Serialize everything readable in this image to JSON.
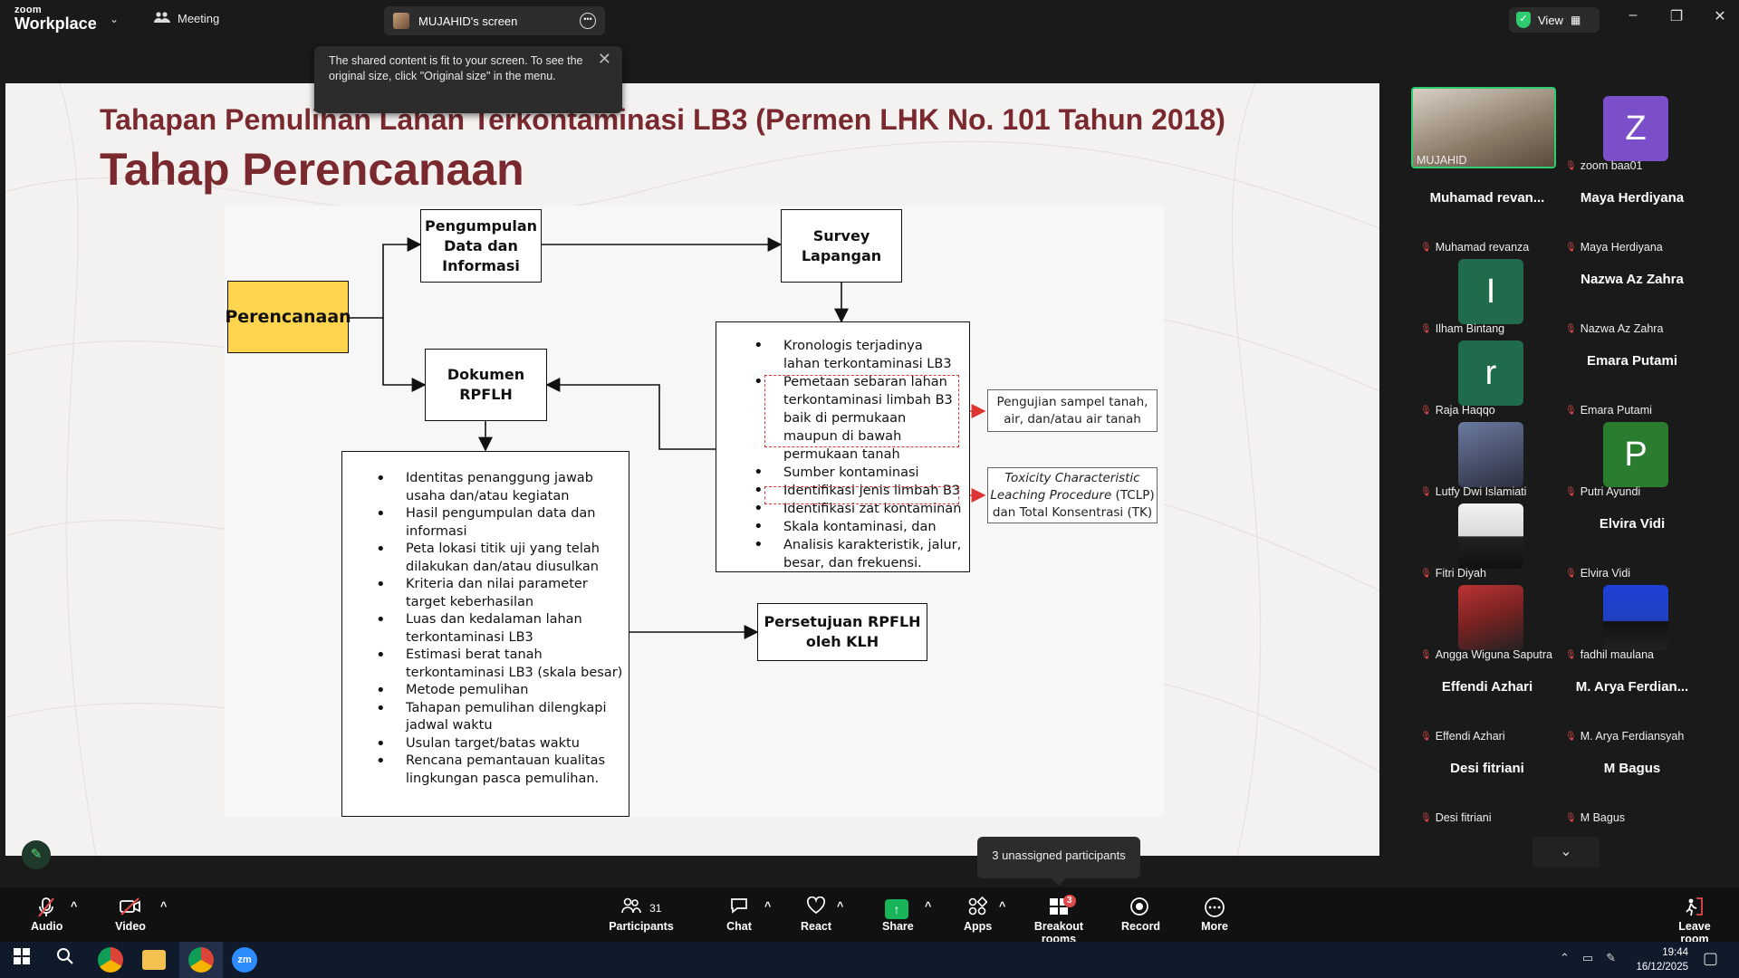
{
  "titlebar": {
    "brand_small": "zoom",
    "brand_large": "Workplace",
    "meeting_label": "Meeting",
    "share_tab_label": "MUJAHID's screen",
    "view_label": "View"
  },
  "toast": {
    "text": "The shared content is fit to your screen. To see the original size, click \"Original size\" in the menu."
  },
  "slide": {
    "subtitle": "Tahapan Pemulihan Lahan Terkontaminasi LB3 (Permen LHK No. 101 Tahun 2018)",
    "title": "Tahap Perencanaan",
    "perencanaan": "Perencanaan",
    "pengumpulan": [
      "Pengumpulan",
      "Data dan",
      "Informasi"
    ],
    "survey": [
      "Survey",
      "Lapangan"
    ],
    "dokumen": [
      "Dokumen",
      "RPFLH"
    ],
    "persetujuan": [
      "Persetujuan RPFLH",
      "oleh KLH"
    ],
    "survey_list": [
      "Kronologis terjadinya lahan terkontaminasi LB3",
      "Pemetaan sebaran lahan terkontaminasi limbah B3 baik di permukaan maupun di bawah permukaan tanah",
      "Sumber kontaminasi",
      "Identifikasi jenis limbah B3",
      "Identifikasi zat kontaminan",
      "Skala kontaminasi, dan",
      "Analisis karakteristik, jalur, besar, dan frekuensi."
    ],
    "dokumen_list": [
      "Identitas penanggung jawab usaha dan/atau kegiatan",
      "Hasil pengumpulan data dan informasi",
      "Peta lokasi titik uji yang telah dilakukan dan/atau diusulkan",
      "Kriteria dan nilai parameter target keberhasilan",
      "Luas dan kedalaman lahan terkontaminasi LB3",
      "Estimasi berat tanah terkontaminasi LB3 (skala besar)",
      "Metode pemulihan",
      "Tahapan pemulihan dilengkapi jadwal waktu",
      "Usulan target/batas waktu",
      "Rencana pemantauan kualitas lingkungan pasca pemulihan."
    ],
    "note_sampel": "Pengujian sampel tanah, air, dan/atau air tanah",
    "note_tclp_italic": "Toxicity Characteristic Leaching Procedure",
    "note_tclp_rest": " (TCLP) dan Total Konsentrasi (TK)"
  },
  "gallery": {
    "tiles": [
      {
        "label": "MUJAHID",
        "type": "photo",
        "col": 0,
        "row": 0
      },
      {
        "label": "zoom baa01",
        "type": "avatar",
        "initial": "Z",
        "color": "#7b4fc9",
        "col": 1,
        "row": 0
      },
      {
        "label": "Muhamad revanza",
        "type": "name",
        "name": "Muhamad  revan...",
        "col": 0,
        "row": 1
      },
      {
        "label": "Maya Herdiyana",
        "type": "name",
        "name": "Maya Herdiyana",
        "col": 1,
        "row": 1
      },
      {
        "label": "Ilham Bintang",
        "type": "avatar",
        "initial": "I",
        "color": "#1f6b4c",
        "col": 0,
        "row": 2
      },
      {
        "label": "Nazwa Az Zahra",
        "type": "name",
        "name": "Nazwa Az Zahra",
        "col": 1,
        "row": 2
      },
      {
        "label": "Raja Haqqo",
        "type": "avatar",
        "initial": "r",
        "color": "#1f6b4c",
        "col": 0,
        "row": 3
      },
      {
        "label": "Emara Putami",
        "type": "name",
        "name": "Emara Putami",
        "col": 1,
        "row": 3
      },
      {
        "label": "Lutfy Dwi Islamiati",
        "type": "photo",
        "col": 0,
        "row": 4
      },
      {
        "label": "Putri Ayundi",
        "type": "avatar",
        "initial": "P",
        "color": "#2a7d2e",
        "col": 1,
        "row": 4
      },
      {
        "label": "Fitri Diyah",
        "type": "photo",
        "col": 0,
        "row": 5
      },
      {
        "label": "Elvira Vidi",
        "type": "name",
        "name": "Elvira Vidi",
        "col": 1,
        "row": 5
      },
      {
        "label": "Angga Wiguna Saputra",
        "type": "photo",
        "col": 0,
        "row": 6
      },
      {
        "label": "fadhil maulana",
        "type": "photo",
        "col": 1,
        "row": 6
      },
      {
        "label": "Effendi Azhari",
        "type": "name",
        "name": "Effendi Azhari",
        "col": 0,
        "row": 7
      },
      {
        "label": "M. Arya Ferdiansyah",
        "type": "name",
        "name": "M. Arya Ferdian...",
        "col": 1,
        "row": 7
      },
      {
        "label": "Desi fitriani",
        "type": "name",
        "name": "Desi fitriani",
        "col": 0,
        "row": 8
      },
      {
        "label": "M Bagus",
        "type": "name",
        "name": "M Bagus",
        "col": 1,
        "row": 8
      }
    ]
  },
  "tooltip": {
    "text": "3 unassigned participants"
  },
  "toolbar": {
    "audio": "Audio",
    "video": "Video",
    "participants": "Participants",
    "participants_count": "31",
    "chat": "Chat",
    "react": "React",
    "share": "Share",
    "apps": "Apps",
    "breakout": "Breakout rooms",
    "breakout_badge": "3",
    "record": "Record",
    "more": "More",
    "leave": "Leave room"
  },
  "taskbar": {
    "time": "19:44",
    "date": "16/12/2025"
  },
  "colors": {
    "slide_title": "#7a2a2e",
    "yellow_box": "#ffd54f",
    "share_green": "#19b35a",
    "mute_red": "#e24a4a",
    "active_speaker": "#2ecc71"
  }
}
